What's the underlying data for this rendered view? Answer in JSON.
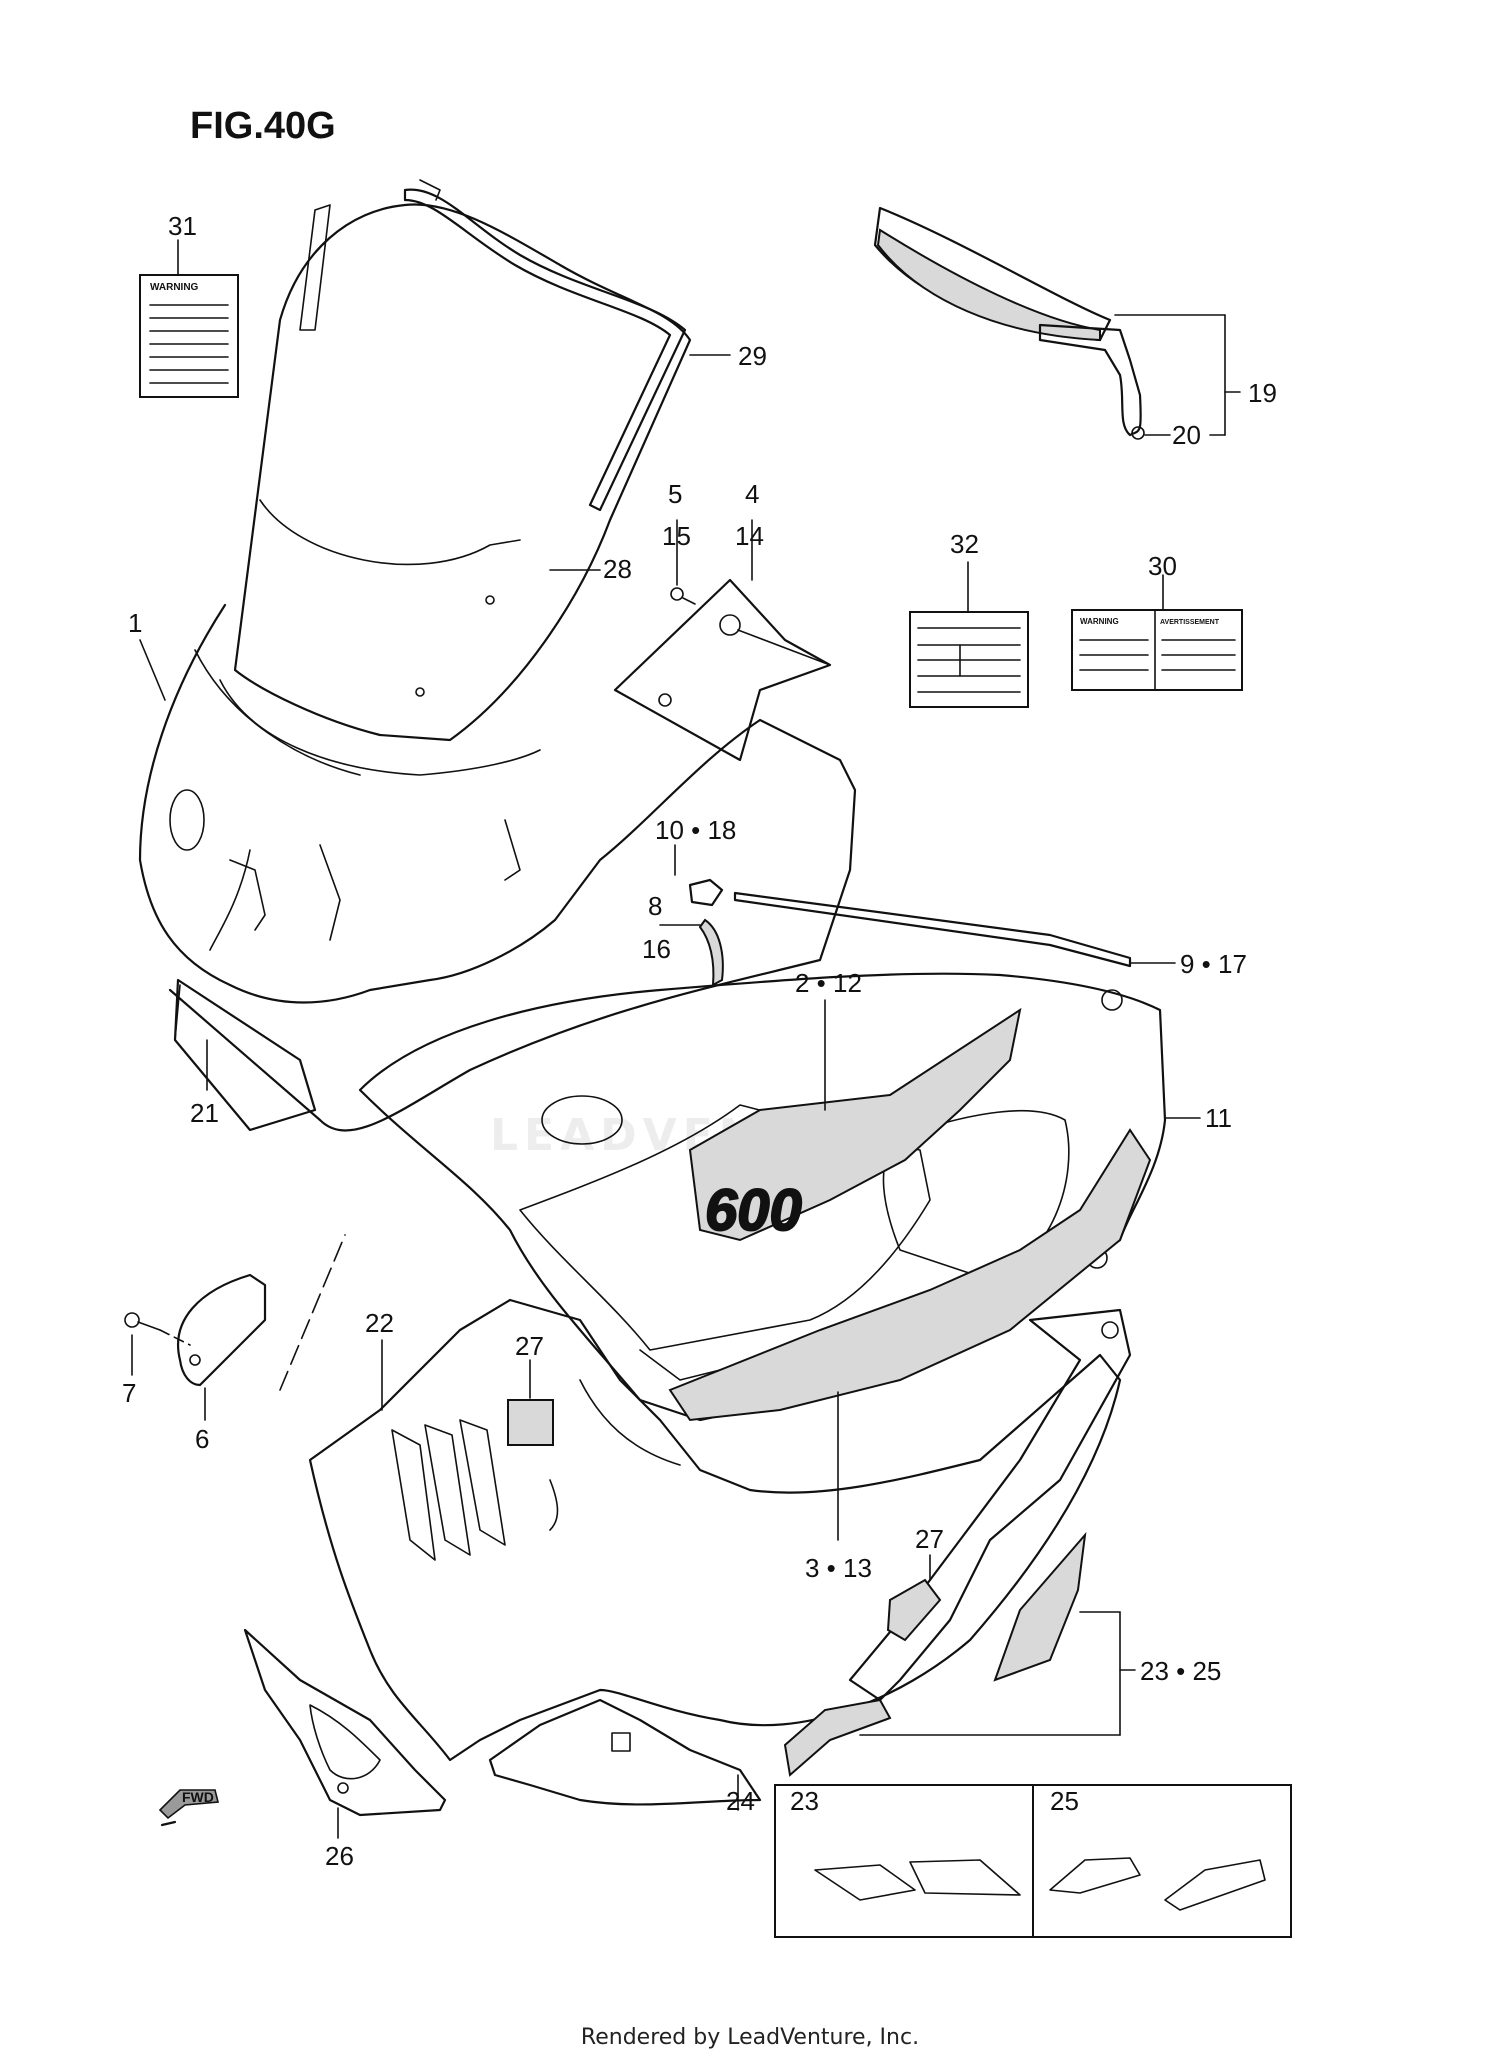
{
  "figure": {
    "title": "FIG.40G"
  },
  "watermark": {
    "text": "LEADVENTURE"
  },
  "parts": {
    "p1": "1",
    "p2_12": "2 • 12",
    "p3_13": "3 • 13",
    "p4": "4",
    "p5": "5",
    "p6": "6",
    "p7": "7",
    "p8": "8",
    "p9_17": "9 • 17",
    "p10_18": "10 • 18",
    "p11": "11",
    "p14": "14",
    "p15": "15",
    "p16": "16",
    "p19": "19",
    "p20": "20",
    "p21": "21",
    "p22": "22",
    "p23_25": "23 • 25",
    "p24": "24",
    "p26": "26",
    "p27a": "27",
    "p27b": "27",
    "p28": "28",
    "p29": "29",
    "p30": "30",
    "p31": "31",
    "p32": "32",
    "inset23": "23",
    "inset25": "25"
  },
  "labels": {
    "warning": "WARNING",
    "avertissement": "AVERTISSEMENT",
    "decal_600": "600"
  },
  "direction": {
    "arrow_label": "FWD"
  },
  "footer": {
    "text": "Rendered by LeadVenture, Inc."
  },
  "colors": {
    "ink": "#111111",
    "shade": "#d9d9d9",
    "background": "#ffffff"
  }
}
